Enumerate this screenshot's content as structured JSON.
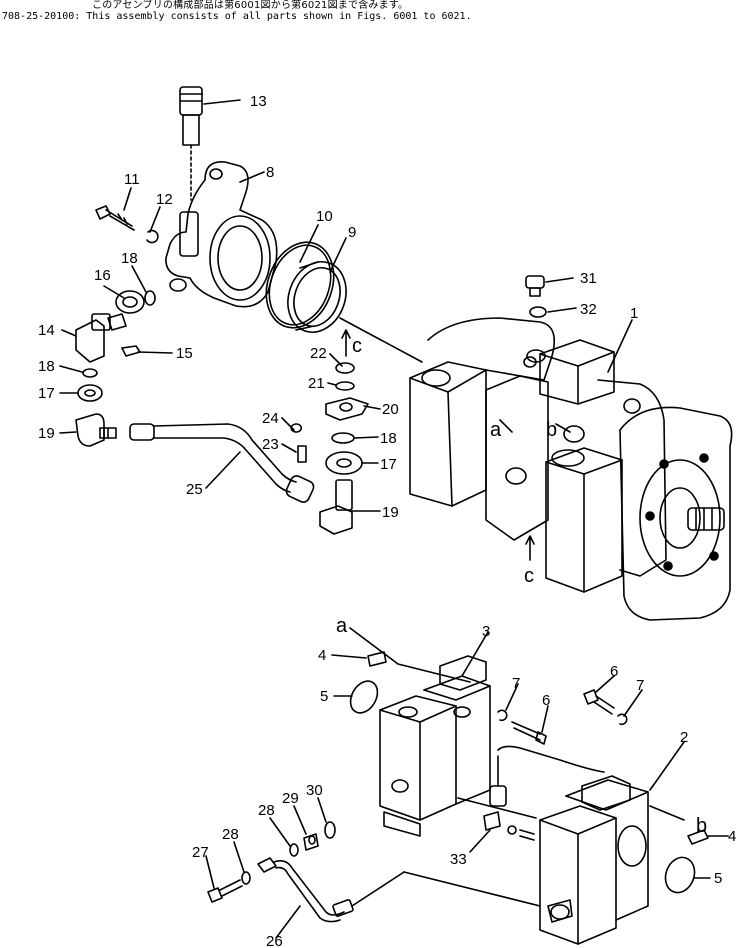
{
  "header": {
    "note_jp": "このアセンブリの構成部品は第6001図から第6021図まで含みます。",
    "note_en": "708-25-20100: This assembly consists of all parts shown in Figs. 6001 to 6021."
  },
  "callouts": {
    "n1": "1",
    "n2": "2",
    "n3": "3",
    "n4a": "4",
    "n4b": "4",
    "n5a": "5",
    "n5b": "5",
    "n6a": "6",
    "n6b": "6",
    "n7a": "7",
    "n7b": "7",
    "n8": "8",
    "n9": "9",
    "n10": "10",
    "n11": "11",
    "n12": "12",
    "n13": "13",
    "n14": "14",
    "n15": "15",
    "n16": "16",
    "n17a": "17",
    "n17b": "17",
    "n18a": "18",
    "n18b": "18",
    "n18c": "18",
    "n19a": "19",
    "n19b": "19",
    "n20": "20",
    "n21": "21",
    "n22": "22",
    "n23": "23",
    "n24": "24",
    "n25": "25",
    "n26": "26",
    "n27": "27",
    "n28a": "28",
    "n28b": "28",
    "n29": "29",
    "n30": "30",
    "n31": "31",
    "n32": "32",
    "n33": "33"
  },
  "refs": {
    "a_top": "a",
    "b_top": "b",
    "c_top": "c",
    "c_bottom": "c",
    "a_lower": "a",
    "b_lower": "b"
  }
}
